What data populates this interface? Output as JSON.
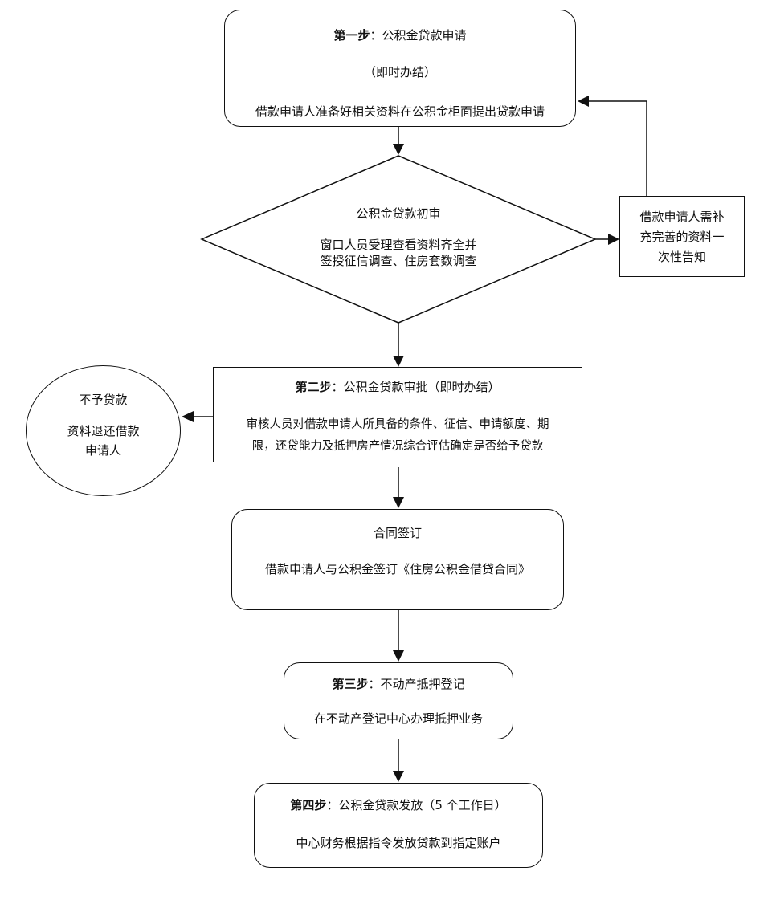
{
  "step1": {
    "title_bold": "第一步",
    "title_rest": "：公积金贷款申请",
    "note": "（即时办结）",
    "desc": "借款申请人准备好相关资料在公积金柜面提出贷款申请"
  },
  "initial_review": {
    "title": "公积金贷款初审",
    "desc_line1": "窗口人员受理查看资料齐全并",
    "desc_line2": "签授征信调查、住房套数调查"
  },
  "supplement": {
    "line1": "借款申请人需补",
    "line2": "充完善的资料一",
    "line3": "次性告知"
  },
  "step2": {
    "title_bold": "第二步",
    "title_rest": "：公积金贷款审批（即时办结）",
    "desc_line1": "审核人员对借款申请人所具备的条件、征信、申请额度、期",
    "desc_line2": "限，还贷能力及抵押房产情况综合评估确定是否给予贷款"
  },
  "reject": {
    "line1": "不予贷款",
    "line2": "资料退还借款",
    "line3": "申请人"
  },
  "contract": {
    "title": "合同签订",
    "desc": "借款申请人与公积金签订《住房公积金借贷合同》"
  },
  "step3": {
    "title_bold": "第三步",
    "title_rest": "：不动产抵押登记",
    "desc": "在不动产登记中心办理抵押业务"
  },
  "step4": {
    "title_bold": "第四步",
    "title_rest": "：公积金贷款发放（5 个工作日）",
    "desc": "中心财务根据指令发放贷款到指定账户"
  }
}
